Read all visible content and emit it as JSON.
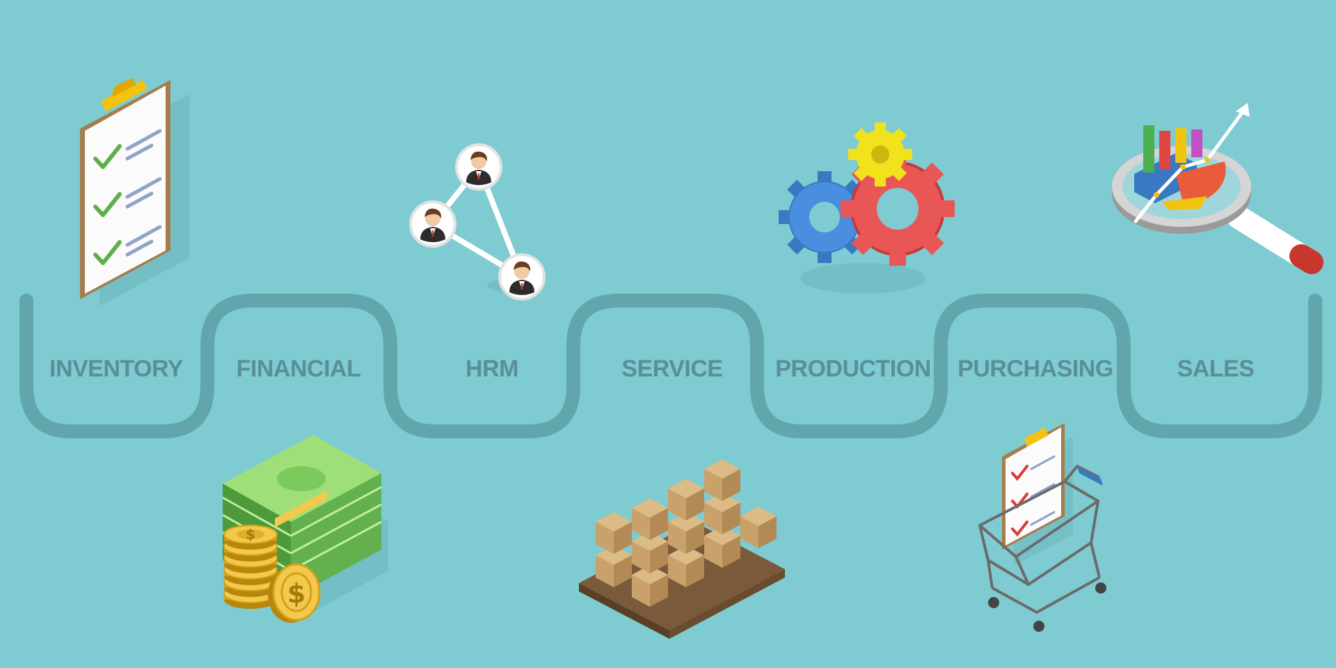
{
  "colors": {
    "background": "#7ecbd2",
    "path": "#61a6ad",
    "label": "#5a8f97"
  },
  "stages": [
    {
      "label": "INVENTORY",
      "icon": "clipboard-checklist-icon"
    },
    {
      "label": "FINANCIAL",
      "icon": "money-and-coins-icon"
    },
    {
      "label": "HRM",
      "icon": "people-network-icon"
    },
    {
      "label": "SERVICE",
      "icon": "boxes-on-pallet-icon"
    },
    {
      "label": "PRODUCTION",
      "icon": "gears-icon"
    },
    {
      "label": "PURCHASING",
      "icon": "shopping-cart-checklist-icon"
    },
    {
      "label": "SALES",
      "icon": "analytics-magnifier-icon"
    }
  ]
}
